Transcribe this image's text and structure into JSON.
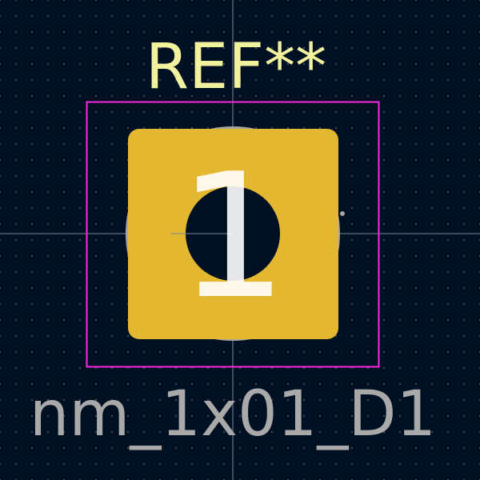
{
  "footprint": {
    "reference": "REF**",
    "value": "nm_1x01_D1",
    "pad_number": "1"
  },
  "colors": {
    "background": "#001023",
    "grid_dot": "#4d5a6c",
    "crosshair": "#7f8794",
    "courtyard": "#ff26e2",
    "reference_text": "#f2f29e",
    "value_text": "#a9a9a9",
    "pad_copper": "#e3b730",
    "pad_ring": "#a6a6a6",
    "drill_hole": "#001023",
    "pad_number_text": "#ffffff"
  }
}
